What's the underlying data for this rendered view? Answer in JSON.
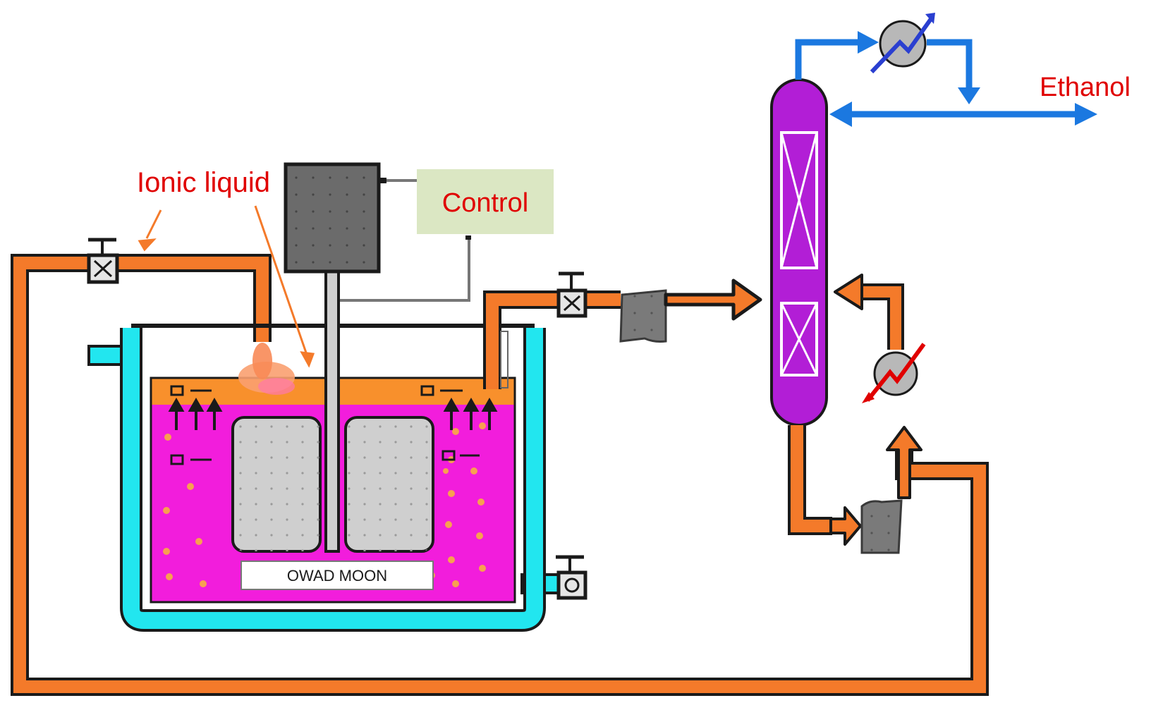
{
  "labels": {
    "ionic_liquid": "Ionic liquid",
    "control": "Control",
    "ethanol": "Ethanol",
    "bath_plate_scribble": "OWAD MOON"
  },
  "colors": {
    "orange_pipe": "#f47a2a",
    "pipe_outline": "#1a1a1a",
    "cyan_jacket": "#22e6ef",
    "magenta_liquid": "#f21ddc",
    "orange_layer": "#f8902c",
    "column_purple": "#b21ed6",
    "blue_stream": "#1b78e0",
    "label_red": "#e00000",
    "control_box_fill": "#dbe7c3",
    "motor_grey": "#6b6b6b",
    "membrane_grey": "#cfcfcf"
  },
  "icons": [
    "valve-icon",
    "pump-icon",
    "heat-exchanger-icon",
    "motor-icon",
    "flow-arrow-icon"
  ]
}
